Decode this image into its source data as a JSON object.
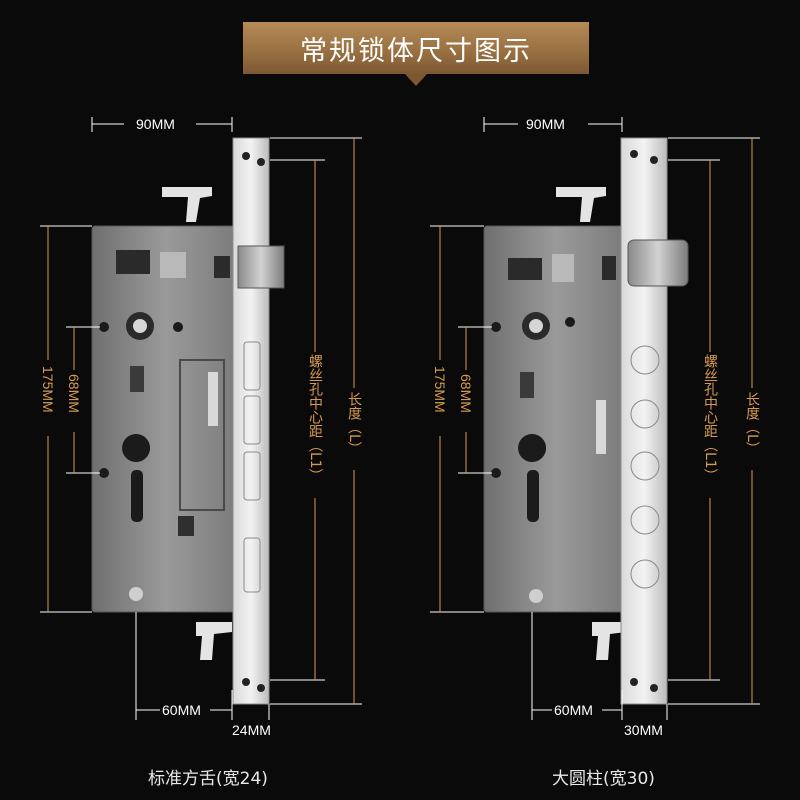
{
  "title": "常规锁体尺寸图示",
  "colors": {
    "accent": "#d79a52",
    "banner": "#9a7142",
    "background": "#0a0a0a"
  },
  "locks": [
    {
      "caption": "标准方舌(宽24)",
      "width_label": "90MM",
      "height_label": "175MM",
      "hole_spacing_label": "68MM",
      "backset_label": "60MM",
      "faceplate_label": "24MM",
      "screw_distance_label": "螺丝孔中心距（L1）",
      "length_label": "长度（L）"
    },
    {
      "caption": "大圆柱(宽30)",
      "width_label": "90MM",
      "height_label": "175MM",
      "hole_spacing_label": "68MM",
      "backset_label": "60MM",
      "faceplate_label": "30MM",
      "screw_distance_label": "螺丝孔中心距（L1）",
      "length_label": "长度（L）"
    }
  ]
}
